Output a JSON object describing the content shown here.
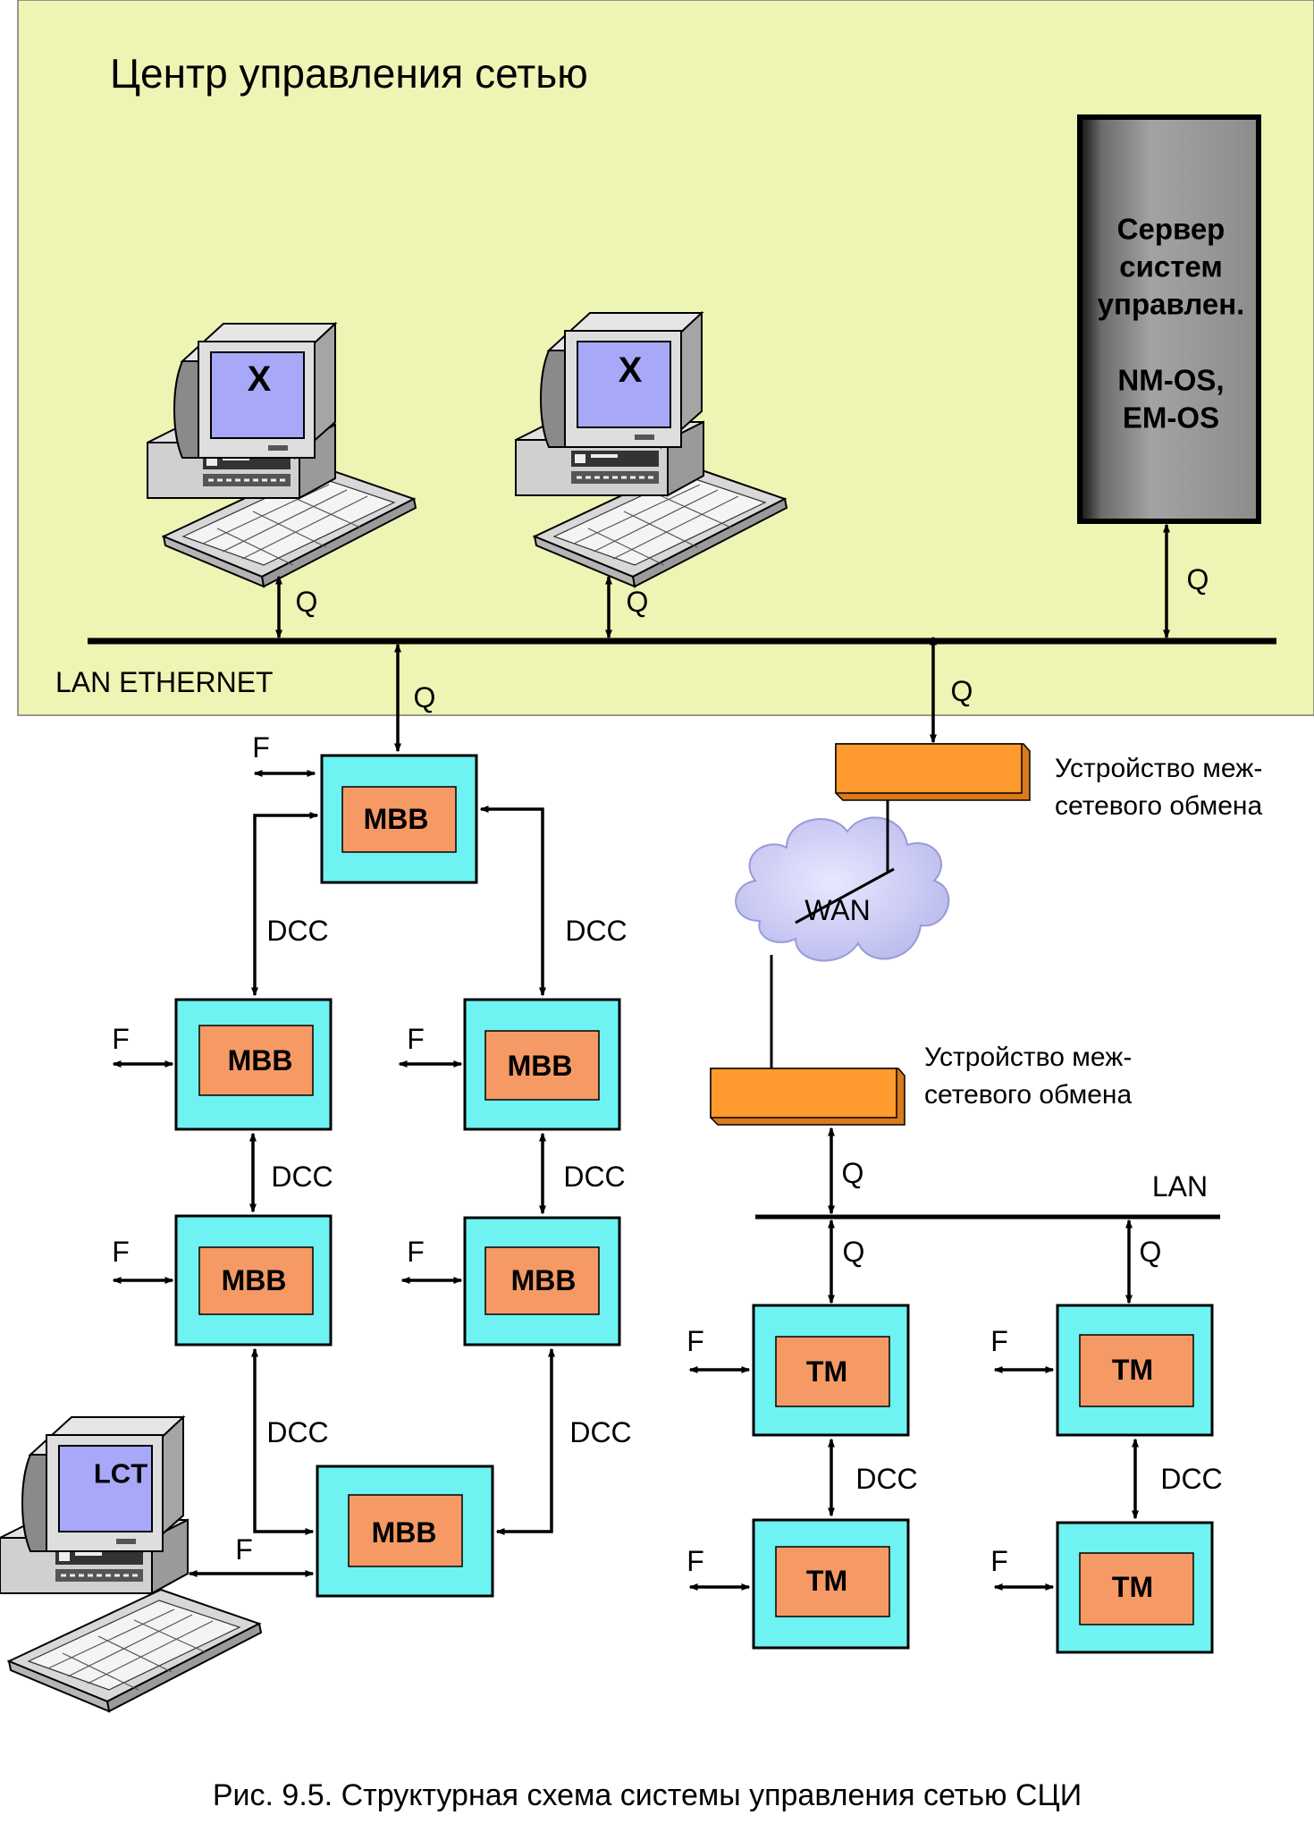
{
  "center": {
    "title": "Центр управления сетью",
    "lan_label": "LAN ETHERNET",
    "workstations": [
      {
        "screen_label": "X"
      },
      {
        "screen_label": "X"
      }
    ],
    "server": {
      "label": "Сервер\nсистем\nуправлен.\n\nNM-OS,\nEM-OS"
    }
  },
  "protocols": {
    "q": "Q",
    "f": "F",
    "dcc": "DCC"
  },
  "mbb_nodes": [
    "MBB",
    "MBB",
    "MBB",
    "MBB",
    "MBB",
    "MBB"
  ],
  "lct": {
    "label": "LCT"
  },
  "gateways": [
    {
      "label": "Устройство меж-\nсетевого обмена"
    },
    {
      "label": "Устройство меж-\nсетевого обмена"
    }
  ],
  "wan": {
    "label": "WAN"
  },
  "lan2": {
    "label": "LAN"
  },
  "tm_nodes": [
    "TM",
    "TM",
    "TM",
    "TM"
  ],
  "caption": "Рис. 9.5.  Структурная схема системы  управления сетью СЦИ",
  "colors": {
    "center_bg": "#eef4b4",
    "node_outer": "#6ef2f2",
    "node_inner": "#f59a64",
    "gateway": "#ff9a2e",
    "monitor_screen": "#a8a8f8",
    "wan_cloud": "#c8c8f4"
  }
}
